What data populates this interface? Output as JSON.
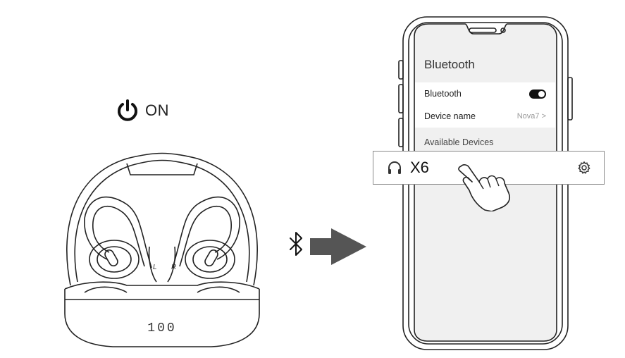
{
  "power": {
    "label": "ON",
    "icon": "power-icon"
  },
  "bluetooth_arrow": {
    "icon": "bluetooth-icon"
  },
  "phone": {
    "screen_title": "Bluetooth",
    "rows": [
      {
        "label": "Bluetooth",
        "toggle": "on"
      },
      {
        "label": "Device name",
        "value": "Nova7 >"
      }
    ],
    "section_label": "Available Devices",
    "device": {
      "name": "X6",
      "icon": "headset-icon",
      "settings_icon": "gear-icon"
    }
  },
  "case_display": "100",
  "earbud_labels": {
    "left": "L",
    "right": "R"
  }
}
